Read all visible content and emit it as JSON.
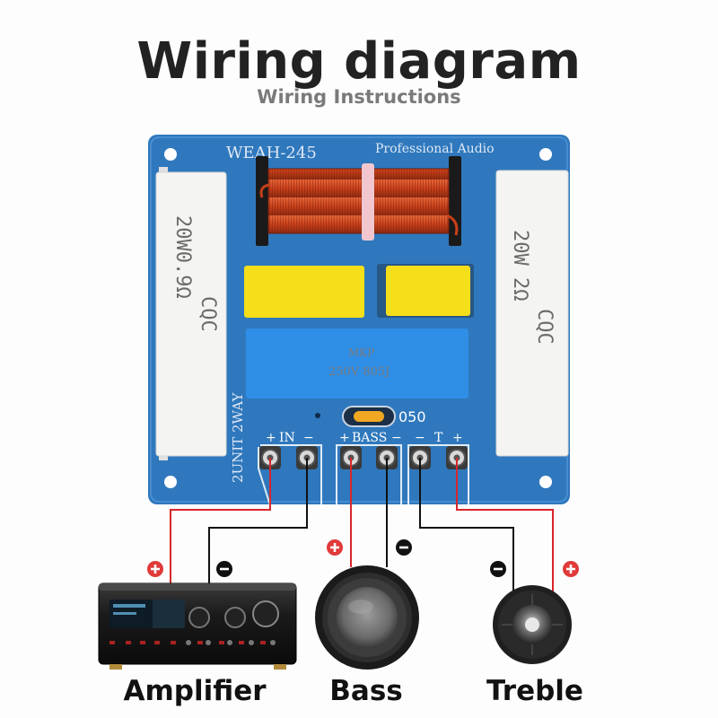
{
  "header": {
    "title": "Wiring diagram",
    "subtitle": "Wiring Instructions"
  },
  "board": {
    "model": "WEAH-245",
    "brand": "Professional Audio",
    "side_label": "2UNIT 2WAY",
    "capacitor_brand": "MKP",
    "capacitor_spec": "250V 805J",
    "pot_label": "050",
    "resistor_left": "20W0.9Ω",
    "resistor_left_code": "CQC",
    "resistor_right": "20W 2Ω",
    "resistor_right_code": "CQC",
    "terminals": {
      "in": "IN",
      "bass": "BASS",
      "treble": "T",
      "plus": "+",
      "minus": "−"
    }
  },
  "devices": {
    "amplifier": "Amplifier",
    "bass": "Bass",
    "treble": "Treble"
  },
  "colors": {
    "pcb": "#2f78bd",
    "positive_wire": "#d8262b",
    "negative_wire": "#111111",
    "yellow_cap": "#f5de1a",
    "blue_cap": "#2f8ee6",
    "coil": "#d1481f"
  }
}
